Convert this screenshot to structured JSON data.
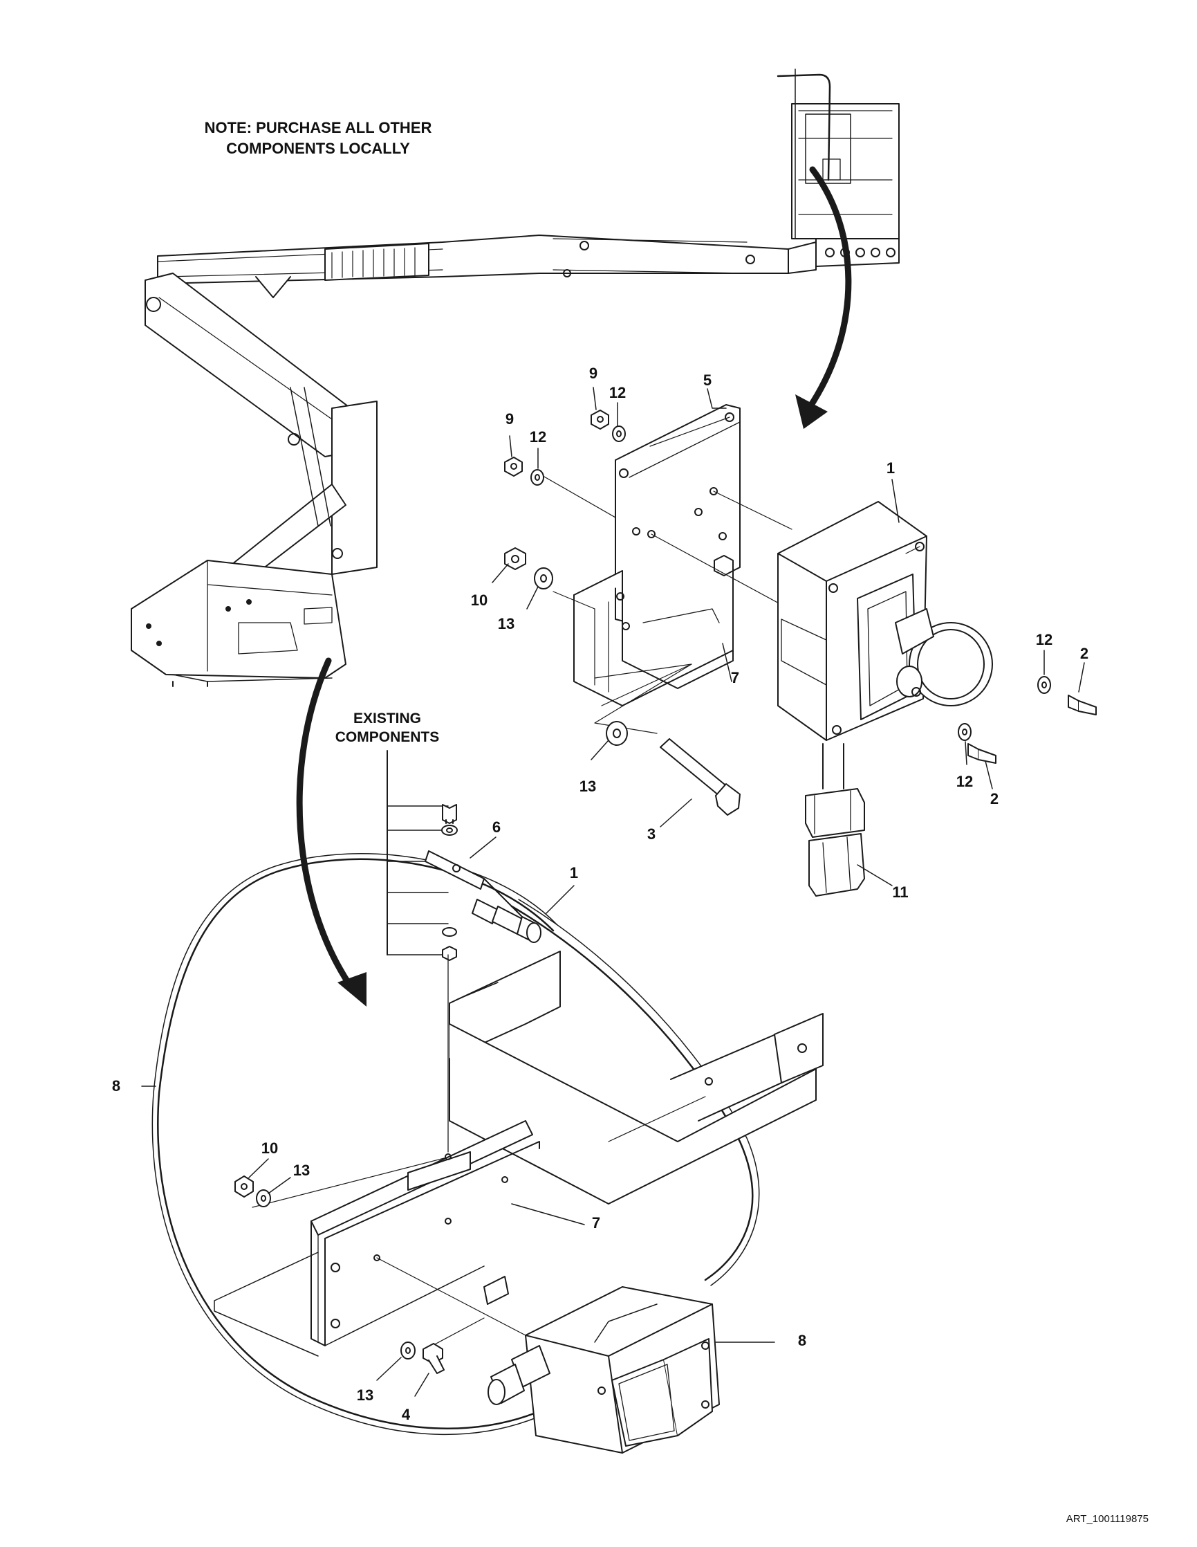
{
  "notes": {
    "purchase_line1": "NOTE: PURCHASE ALL OTHER",
    "purchase_line2": "COMPONENTS LOCALLY",
    "existing_line1": "EXISTING",
    "existing_line2": "COMPONENTS"
  },
  "callouts": {
    "c9a": "9",
    "c12a": "12",
    "c5": "5",
    "c9b": "9",
    "c12b": "12",
    "c1a": "1",
    "c10a": "10",
    "c13a": "13",
    "c7a": "7",
    "c12c": "12",
    "c2a": "2",
    "c12d": "12",
    "c2b": "2",
    "c13b": "13",
    "c3": "3",
    "c11": "11",
    "c6": "6",
    "c1b": "1",
    "c8a": "8",
    "c10b": "10",
    "c13c": "13",
    "c7b": "7",
    "c8b": "8",
    "c13d": "13",
    "c4": "4"
  },
  "art_id": "ART_1001119875"
}
